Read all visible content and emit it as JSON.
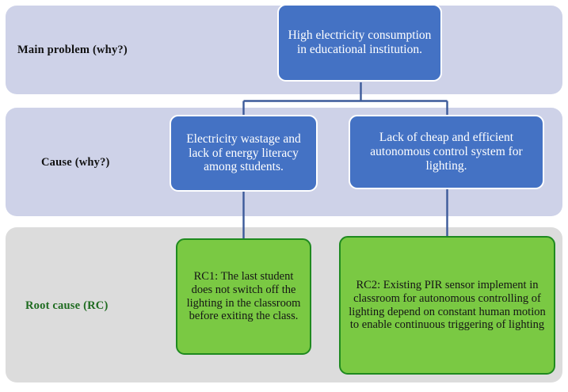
{
  "diagram": {
    "type": "root-cause-analysis",
    "title_present": false,
    "colors": {
      "band_upper": "#ced2e8",
      "band_lower": "#dcdcdc",
      "node_blue_fill": "#4472c4",
      "node_blue_border": "#ffffff",
      "node_green_fill": "#7ac943",
      "node_green_border": "#1f8a1f",
      "connector": "#3c5a9a",
      "root_label_text": "#1e6b20",
      "label_text": "#121212",
      "page_background": "#ffffff"
    }
  },
  "rows": [
    {
      "id": "main-problem",
      "label": "Main problem (why?)",
      "band_color": "#ced2e8"
    },
    {
      "id": "cause",
      "label": "Cause (why?)",
      "band_color": "#ced2e8"
    },
    {
      "id": "root-cause",
      "label": "Root cause (RC)",
      "band_color": "#dcdcdc"
    }
  ],
  "nodes": {
    "main": {
      "id": "main-problem-node",
      "text": "High electricity consumption in educational institution.",
      "style": "blue"
    },
    "cause_1": {
      "id": "cause-node-1",
      "text": "Electricity wastage and lack of energy literacy among students.",
      "style": "blue"
    },
    "cause_2": {
      "id": "cause-node-2",
      "text": "Lack of cheap and efficient autonomous control system for lighting.",
      "style": "blue"
    },
    "rc_1": {
      "id": "root-cause-node-1",
      "text": "RC1: The last student does not switch off the lighting in the classroom before exiting the class.",
      "style": "green"
    },
    "rc_2": {
      "id": "root-cause-node-2",
      "text": "RC2: Existing PIR sensor implement in classroom for autonomous controlling of lighting depend on constant human motion to enable continuous triggering of lighting",
      "style": "green"
    }
  },
  "connectors": [
    {
      "id": "main-to-branch",
      "from": "main-problem-node",
      "to": "branch-bus"
    },
    {
      "id": "branch-to-cause-1",
      "from": "branch-bus",
      "to": "cause-node-1"
    },
    {
      "id": "branch-to-cause-2",
      "from": "branch-bus",
      "to": "cause-node-2"
    },
    {
      "id": "cause-1-to-rc-1",
      "from": "cause-node-1",
      "to": "root-cause-node-1"
    },
    {
      "id": "cause-2-to-rc-2",
      "from": "cause-node-2",
      "to": "root-cause-node-2"
    }
  ]
}
